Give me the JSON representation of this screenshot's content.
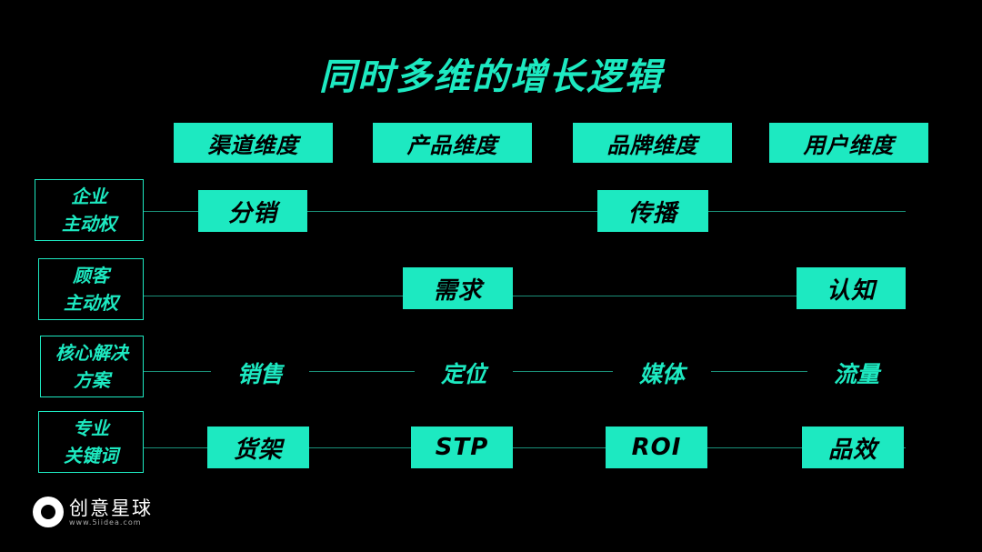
{
  "title": "同时多维的增长逻辑",
  "columns": [
    "渠道维度",
    "产品维度",
    "品牌维度",
    "用户维度"
  ],
  "rows": [
    {
      "label_line1": "企业",
      "label_line2": "主动权"
    },
    {
      "label_line1": "顾客",
      "label_line2": "主动权"
    },
    {
      "label_line1": "核心解决",
      "label_line2": "方案"
    },
    {
      "label_line1": "专业",
      "label_line2": "关键词"
    }
  ],
  "cells": {
    "enterprise_channel": "分销",
    "enterprise_brand": "传播",
    "customer_product": "需求",
    "customer_user": "认知",
    "solution_channel": "销售",
    "solution_product": "定位",
    "solution_brand": "媒体",
    "solution_user": "流量",
    "keyword_channel": "货架",
    "keyword_product": "STP",
    "keyword_brand": "ROI",
    "keyword_user": "品效"
  },
  "logo": {
    "name": "创意星球",
    "sub": "www.5iidea.com"
  },
  "colors": {
    "accent": "#1de9c1",
    "background": "#000000"
  }
}
